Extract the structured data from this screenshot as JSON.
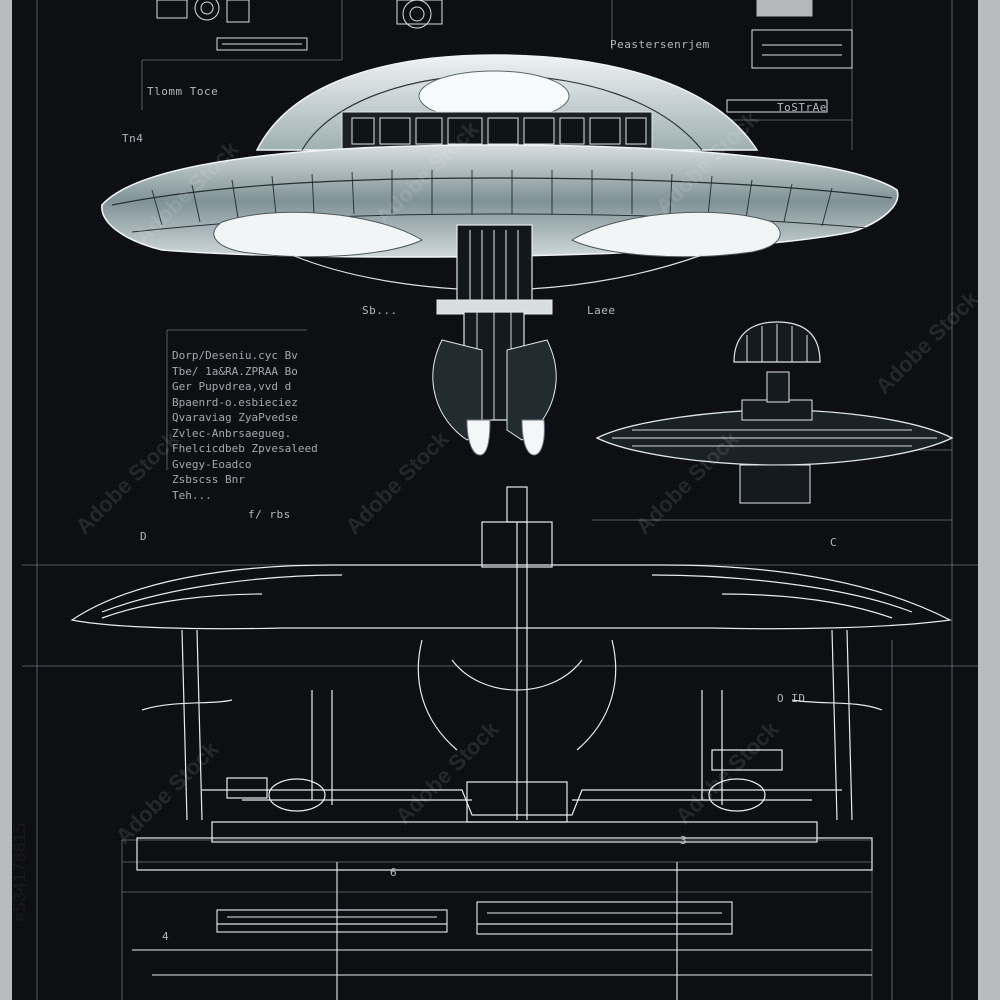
{
  "labels": {
    "header_right": "Peastersenrjem",
    "left_tag_a": "Tlomm Toce",
    "left_tag_b": "Tn4",
    "side_note_right": "ToSTrAe",
    "mid_note_left": "Sb...",
    "mid_note_right": "Laee",
    "section_marker": "D",
    "caption_bottom_left": "f/ rbs",
    "dim_a": "6",
    "dim_b": "3",
    "dim_c": "C",
    "ref_d": "O ID",
    "ref_e": "4"
  },
  "notes_block": [
    "Dorp/Deseniu.cyc Bv",
    "Tbe/ 1a&RA.ZPRAA Bo",
    "Ger Pupvdrea,vvd d",
    "Bpaenrd-o.esbieciez",
    "Qvaraviag ZyaPvedse",
    "Zvlec-Anbrsaegueg.",
    "Fhelcicdbeb Zpvesaleed",
    "Gvegy-Eoadco",
    "Zsbscss Bnr",
    "Teh..."
  ],
  "watermark": {
    "text": "Adobe Stock",
    "stock_id": "#534178815"
  },
  "colors": {
    "paper": "#0d0e12",
    "ink": "#d9dee2",
    "frame": "#b9bcbc",
    "hull_light": "#eef2f4",
    "hull_mid": "#8fa2a6",
    "accent_blue": "#6d8ab0"
  }
}
